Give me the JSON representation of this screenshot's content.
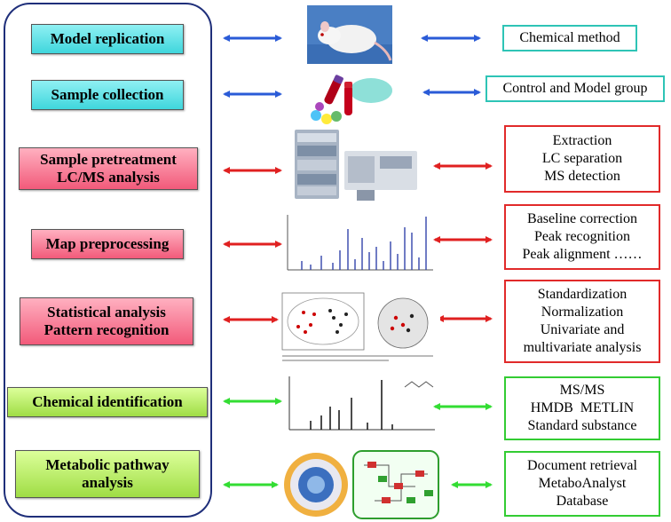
{
  "stages": [
    {
      "label": "Model replication"
    },
    {
      "label": "Sample collection"
    },
    {
      "label_line1": "Sample pretreatment",
      "label_line2": "LC/MS analysis"
    },
    {
      "label": "Map preprocessing"
    },
    {
      "label_line1": "Statistical analysis",
      "label_line2": "Pattern recognition"
    },
    {
      "label": "Chemical identification"
    },
    {
      "label_line1": "Metabolic pathway",
      "label_line2": "analysis"
    }
  ],
  "details": [
    {
      "lines": [
        "Chemical method"
      ]
    },
    {
      "lines": [
        "Control and Model group"
      ]
    },
    {
      "lines": [
        "Extraction",
        "LC separation",
        "MS detection"
      ]
    },
    {
      "lines": [
        "Baseline correction",
        "Peak recognition",
        "Peak alignment ……"
      ]
    },
    {
      "lines": [
        "Standardization",
        "Normalization",
        "Univariate and",
        "multivariate analysis"
      ]
    },
    {
      "lines": [
        "MS/MS",
        "HMDB  METLIN",
        "Standard substance"
      ]
    },
    {
      "lines": [
        "Document retrieval",
        "MetaboAnalyst",
        "Database"
      ]
    }
  ],
  "colors": {
    "frame": "#1f2f7a",
    "arrow_blue": "#2a5bd7",
    "arrow_red": "#e02020",
    "arrow_green": "#33dd33"
  }
}
